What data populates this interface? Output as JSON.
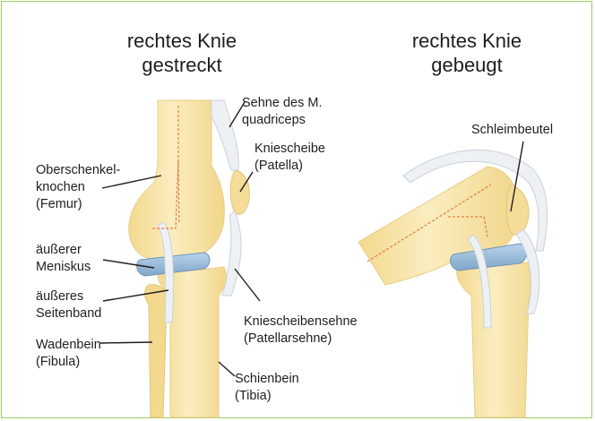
{
  "left_view": {
    "title_line1": "rechtes Knie",
    "title_line2": "gestreckt"
  },
  "right_view": {
    "title_line1": "rechtes Knie",
    "title_line2": "gebeugt"
  },
  "labels": {
    "quadriceps_tendon": [
      "Sehne des M.",
      "quadriceps"
    ],
    "patella": [
      "Kniescheibe",
      "(Patella)"
    ],
    "femur": [
      "Oberschenkel-",
      "knochen",
      "(Femur)"
    ],
    "lateral_meniscus": [
      "äußerer",
      "Meniskus"
    ],
    "lateral_ligament": [
      "äußeres",
      "Seitenband"
    ],
    "fibula": [
      "Wadenbein",
      "(Fibula)"
    ],
    "patellar_tendon": [
      "Kniescheibensehne",
      "(Patellarsehne)"
    ],
    "tibia": [
      "Schienbein",
      "(Tibia)"
    ],
    "bursa": [
      "Schleimbeutel"
    ]
  },
  "colors": {
    "frame": "#9ccf5c",
    "bone": "#f7e3a6",
    "meniscus": "#9bbfdc",
    "tendon": "#eef1f4",
    "marker": "#e0662b",
    "text": "#1e1e1e"
  }
}
